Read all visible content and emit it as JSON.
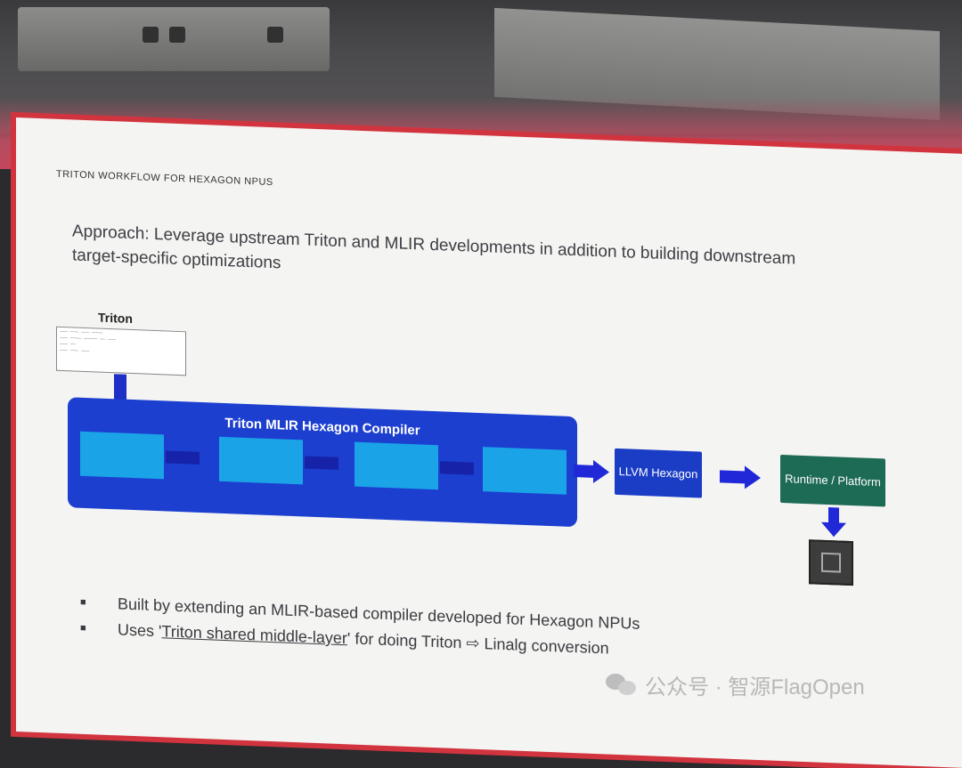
{
  "slide": {
    "header": "TRITON WORKFLOW FOR HEXAGON NPUS",
    "approach": "Approach: Leverage upstream Triton and MLIR developments in addition to building downstream target-specific optimizations"
  },
  "diagram": {
    "input_label": "Triton",
    "compiler_title": "Triton MLIR Hexagon Compiler",
    "llvm": "LLVM Hexagon",
    "runtime": "Runtime / Platform"
  },
  "bullets": [
    "Built by extending an MLIR-based compiler developed for Hexagon NPUs",
    "Uses",
    "Triton shared middle-layer",
    "for doing Triton",
    "Linalg conversion"
  ],
  "watermark": {
    "text": "公众号 · 智源FlagOpen"
  },
  "colors": {
    "compiler_blue": "#1c3fd0",
    "stage_cyan": "#1ba3e8",
    "runtime_green": "#1d6a55",
    "slide_border_red": "#d2343f"
  }
}
